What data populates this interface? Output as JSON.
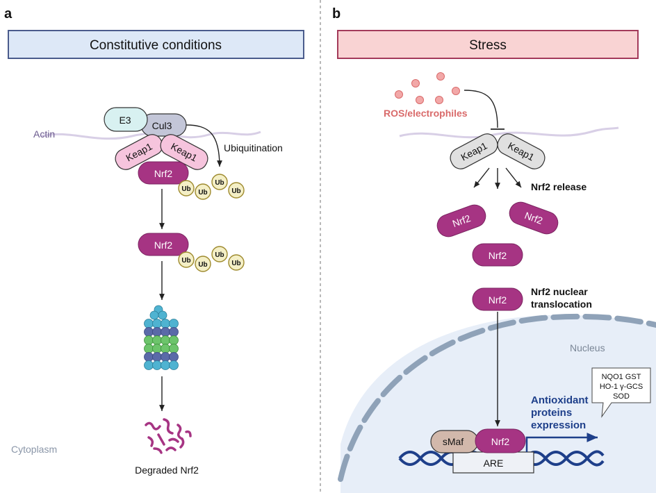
{
  "panel_a": {
    "label": "a",
    "title": "Constitutive conditions",
    "actin": "Actin",
    "e3": "E3",
    "cul3": "Cul3",
    "keap1_left": "Keap1",
    "keap1_right": "Keap1",
    "nrf2_bound": "Nrf2",
    "ubiquitination": "Ubiquitination",
    "ub": "Ub",
    "nrf2_ubiquitinated": "Nrf2",
    "cytoplasm": "Cytoplasm",
    "degraded": "Degraded Nrf2"
  },
  "panel_b": {
    "label": "b",
    "title": "Stress",
    "ros": "ROS/electrophiles",
    "keap1_left": "Keap1",
    "keap1_right": "Keap1",
    "release": "Nrf2 release",
    "nrf2_a": "Nrf2",
    "nrf2_b": "Nrf2",
    "nrf2_c": "Nrf2",
    "nrf2_d": "Nrf2",
    "translocation_1": "Nrf2 nuclear",
    "translocation_2": "translocation",
    "nucleus": "Nucleus",
    "genes_1": "NQO1 GST",
    "genes_2": "HO-1 γ-GCS",
    "genes_3": "SOD",
    "antiox_1": "Antioxidant",
    "antiox_2": "proteins",
    "antiox_3": "expression",
    "smaf": "sMaf",
    "nrf2_dna": "Nrf2",
    "are": "ARE"
  },
  "colors": {
    "nrf2": "#a63483",
    "keap1_a": "#f6c4dd",
    "keap1_b": "#e0e0e0",
    "header_a_bg": "#dde8f7",
    "header_a_border": "#4a5b8c",
    "header_b_bg": "#f9d3d3",
    "header_b_border": "#a33a5a",
    "ub_fill": "#f4efc6",
    "ub_stroke": "#9e8a2e",
    "ros": "#d96a6a",
    "nucleus_bg": "#e7eef8",
    "dna": "#1e3f8a",
    "antiox": "#1e3f8a"
  }
}
